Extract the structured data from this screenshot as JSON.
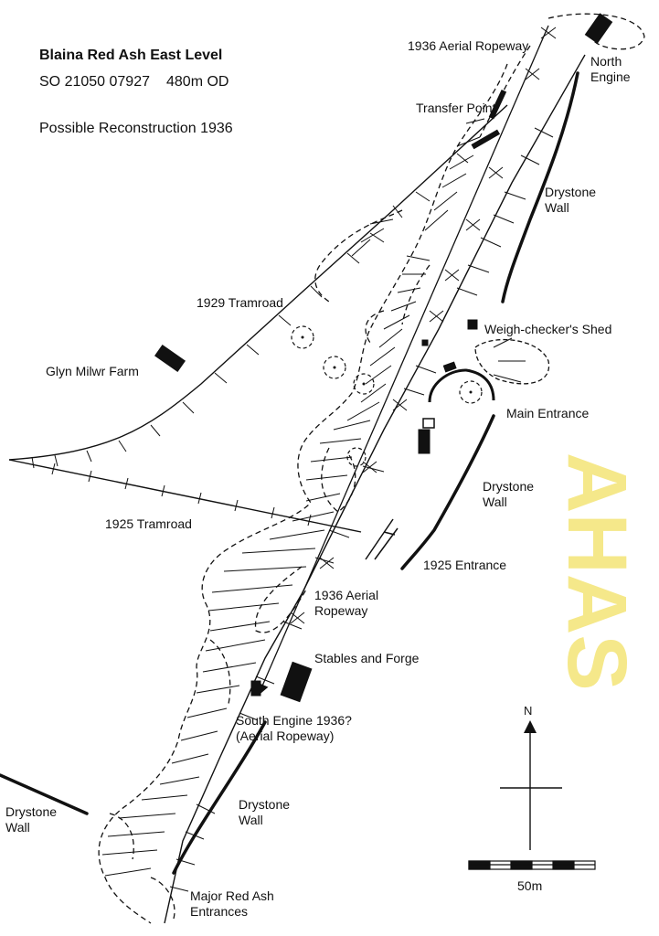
{
  "title": "Blaina Red Ash East Level",
  "grid_ref": "SO 21050 07927",
  "altitude": "480m OD",
  "subtitle": "Possible Reconstruction 1936",
  "watermark": "AHAS",
  "north_label": "N",
  "scale_label": "50m",
  "labels": {
    "ropeway_1936_top": "1936 Aerial Ropeway",
    "north_engine_1": "North",
    "north_engine_2": "Engine",
    "transfer_point": "Transfer Point",
    "drystone_1a": "Drystone",
    "drystone_1b": "Wall",
    "tramroad_1929": "1929 Tramroad",
    "weigh_shed": "Weigh-checker's Shed",
    "glyn_milwr": "Glyn Milwr Farm",
    "main_entrance": "Main Entrance",
    "drystone_2a": "Drystone",
    "drystone_2b": "Wall",
    "tramroad_1925": "1925 Tramroad",
    "entrance_1925": "1925 Entrance",
    "ropeway_1936_mid_1": "1936 Aerial",
    "ropeway_1936_mid_2": "Ropeway",
    "stables_forge": "Stables and Forge",
    "south_engine_1": "South Engine 1936?",
    "south_engine_2": "(Aerial Ropeway)",
    "drystone_3a": "Drystone",
    "drystone_3b": "Wall",
    "drystone_4a": "Drystone",
    "drystone_4b": "Wall",
    "major_entrances_1": "Major Red Ash",
    "major_entrances_2": "Entrances"
  },
  "colors": {
    "ink": "#111111",
    "watermark": "#f5e88a"
  }
}
